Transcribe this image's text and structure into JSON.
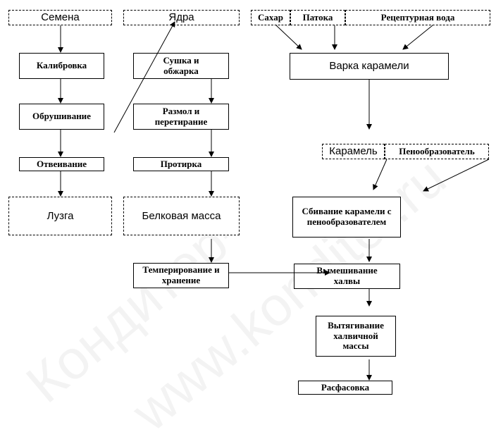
{
  "watermark": {
    "line1": "Кондитер-",
    "line2": "www.konditer.ru"
  },
  "nodes": {
    "semena": "Семена",
    "yadra": "Ядра",
    "sakhar": "Сахар",
    "patoka": "Патока",
    "voda": "Рецептурная вода",
    "kalibrovka": "Калибровка",
    "sushka": "Сушка и обжарка",
    "varka": "Варка карамели",
    "obrushivanie": "Обрушивание",
    "razmol": "Размол и перетирание",
    "karamel": "Карамель",
    "penoobrazovatel": "Пенообразователь",
    "otveivanie": "Отвеивание",
    "protirka": "Протирка",
    "luzga": "Лузга",
    "belkovaya": "Белковая масса",
    "sbivanie": "Сбивание карамели с пенообразователем",
    "temperirovanie": "Темперирование и хранение",
    "vymeshivanie": "Вымешивание халвы",
    "vytiagivanie": "Вытягивание халвичной массы",
    "rasfasovka": "Расфасовка"
  }
}
